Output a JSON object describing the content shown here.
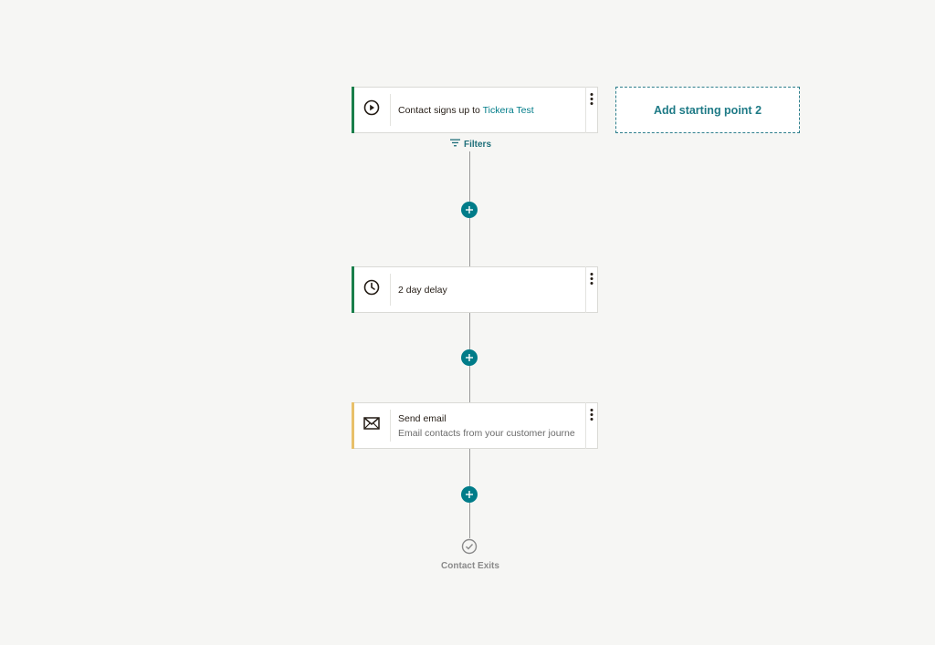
{
  "colors": {
    "trigger_accent": "#1a7f4b",
    "delay_accent": "#1a7f4b",
    "email_accent": "#e8c06a",
    "plus_button": "#007c89",
    "link": "#007c89"
  },
  "trigger_card": {
    "icon": "play-circle-icon",
    "text": "Contact signs up to ",
    "link_text": "Tickera Test",
    "filters_label": "Filters"
  },
  "add_starting_point": {
    "label": "Add starting point 2"
  },
  "delay_card": {
    "icon": "clock-icon",
    "text": "2 day delay"
  },
  "email_card": {
    "icon": "envelope-icon",
    "title": "Send email",
    "subtitle": "Email contacts from your customer journe"
  },
  "exit": {
    "icon": "check-circle-icon",
    "label": "Contact Exits"
  }
}
